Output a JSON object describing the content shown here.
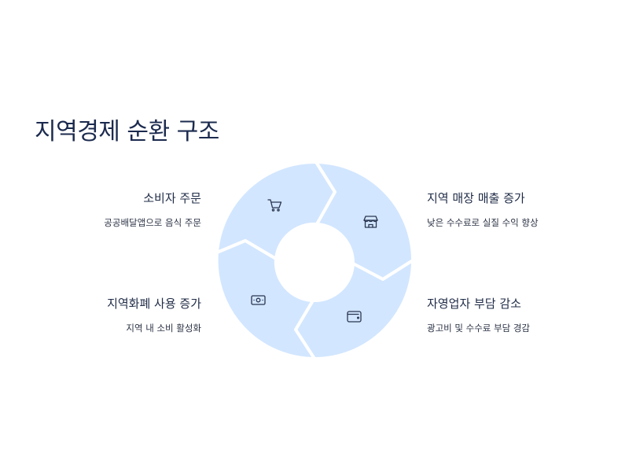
{
  "title": "지역경제 순환 구조",
  "colors": {
    "segment": "#d2e6ff",
    "stroke": "#ffffff",
    "icon": "#2a3550",
    "text": "#1f2b46"
  },
  "steps": [
    {
      "title": "소비자 주문",
      "desc": "공공배달앱으로 음식 주문",
      "icon": "shopping-cart-icon"
    },
    {
      "title": "지역 매장 매출 증가",
      "desc": "낮은 수수료로 실질 수익 향상",
      "icon": "store-icon"
    },
    {
      "title": "자영업자 부담 감소",
      "desc": "광고비 및 수수료 부담 경감",
      "icon": "wallet-icon"
    },
    {
      "title": "지역화폐 사용 증가",
      "desc": "지역 내 소비 활성화",
      "icon": "banknote-icon"
    }
  ]
}
